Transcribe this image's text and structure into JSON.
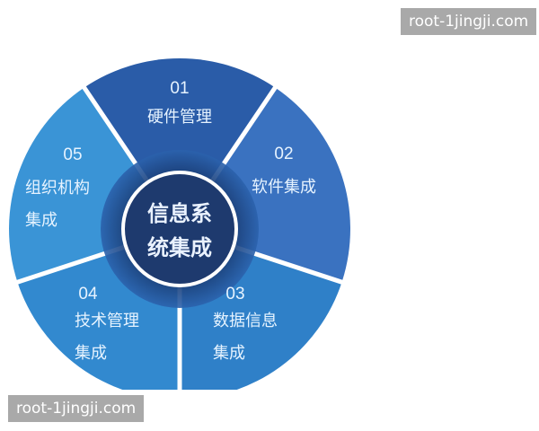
{
  "diagram": {
    "center": {
      "line1": "信息系",
      "line2": "统集成"
    },
    "segments": [
      {
        "num": "01",
        "line1": "硬件管理",
        "line2": "",
        "color": "#2a5ca8"
      },
      {
        "num": "02",
        "line1": "软件集成",
        "line2": "",
        "color": "#3a72c0"
      },
      {
        "num": "03",
        "line1": "数据信息",
        "line2": "集成",
        "color": "#2f80c8"
      },
      {
        "num": "04",
        "line1": "技术管理",
        "line2": "集成",
        "color": "#3289cf"
      },
      {
        "num": "05",
        "line1": "组织机构",
        "line2": "集成",
        "color": "#3a94d6"
      }
    ],
    "colors": {
      "center": "#1e3a6e",
      "ring": "#234f8f",
      "divider": "#ffffff"
    }
  },
  "watermarks": {
    "top": "root-1jingji.com",
    "bottom": "root-1jingji.com"
  }
}
